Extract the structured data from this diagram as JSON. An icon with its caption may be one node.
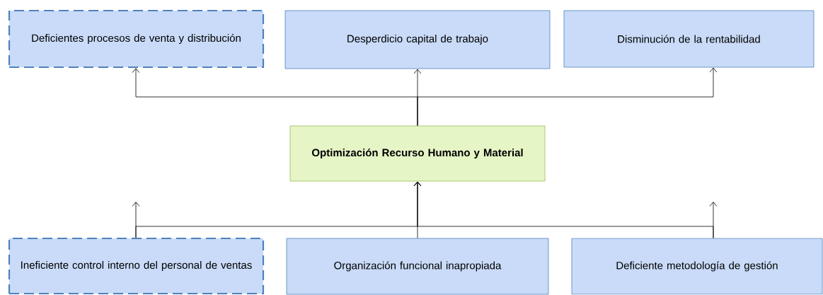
{
  "diagram": {
    "nodes": [
      {
        "text": [
          "Deficientes procesos de venta y distribución"
        ]
      },
      {
        "text": [
          "Desperdicio capital de trabajo"
        ]
      },
      {
        "text": [
          "Disminución de la rentabilidad"
        ]
      },
      {
        "text": [
          "Optimización Recurso Humano y Material"
        ]
      },
      {
        "text": [
          "Ineficiente control interno del personal de ventas"
        ]
      },
      {
        "text": [
          "Organización funcional inapropiada"
        ]
      },
      {
        "text": [
          "Deficiente metodología  de gestión"
        ]
      }
    ],
    "edges": [
      {
        "from": 3,
        "to": 0,
        "arrow": "to"
      },
      {
        "from": 3,
        "to": 1,
        "arrow": "to"
      },
      {
        "from": 3,
        "to": 2,
        "arrow": "to"
      },
      {
        "from": 4,
        "to": 3,
        "arrow": "to"
      },
      {
        "from": 5,
        "to": 3,
        "arrow": "to"
      },
      {
        "from": 6,
        "to": 3,
        "arrow": "to"
      },
      {
        "from": 4,
        "to": null,
        "arrow": "to"
      },
      {
        "from": 6,
        "to": null,
        "arrow": "to"
      }
    ]
  }
}
